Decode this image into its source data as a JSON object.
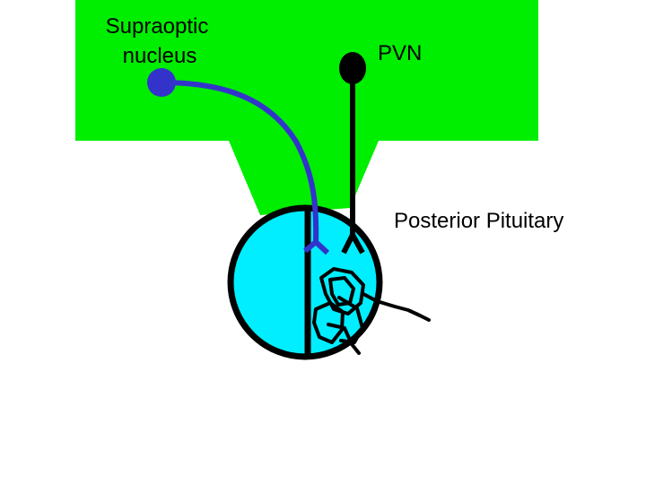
{
  "labels": {
    "supraoptic_line1": "Supraoptic",
    "supraoptic_line2": "nucleus",
    "pvn": "PVN",
    "posterior_pituitary": "Posterior Pituitary"
  },
  "colors": {
    "hypothalamus": "#00ee00",
    "pituitary": "#00eeff",
    "supraoptic_neuron": "#3333cc",
    "pvn_neuron": "#000000"
  }
}
